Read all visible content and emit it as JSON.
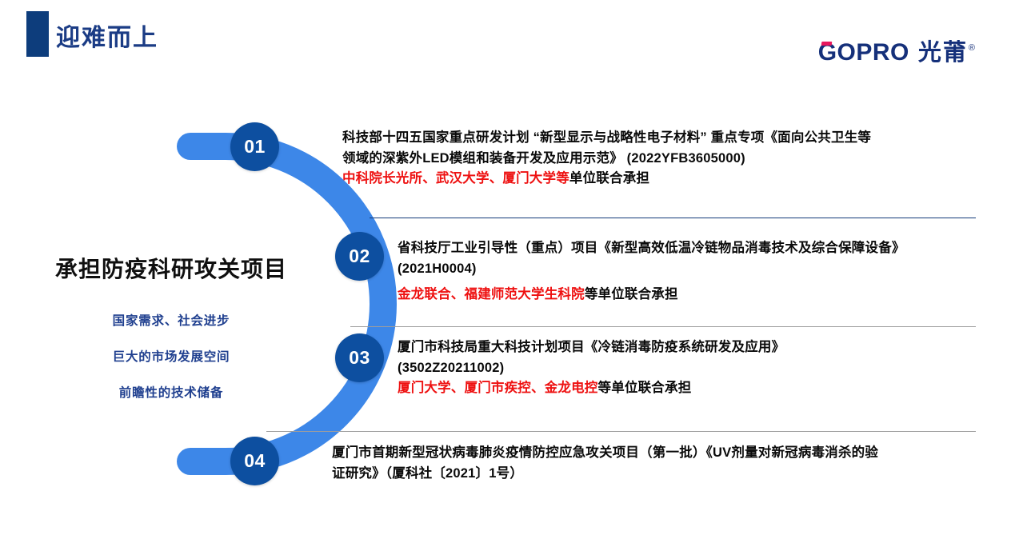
{
  "header": {
    "title": "迎难而上",
    "accent_color": "#0d3d7c",
    "title_color": "#1b3c85"
  },
  "logo": {
    "brand_latin": "GOPRO",
    "brand_cn": "光莆",
    "registered_mark": "®",
    "color": "#15307a",
    "accent_color": "#e8175d"
  },
  "left_panel": {
    "heading": "承担防疫科研攻关项目",
    "heading_color": "#101010",
    "bullets": [
      "国家需求、社会进步",
      "巨大的市场发展空间",
      "前瞻性的技术储备"
    ],
    "bullet_color": "#1f3f8f"
  },
  "timeline": {
    "arc_color": "#3d87e8",
    "badge_color": "#0d4fa0",
    "highlight_color": "#ee1111",
    "items": [
      {
        "number": "01",
        "line1": "科技部十四五国家重点研发计划 “新型显示与战略性电子材料” 重点专项《面向公共卫生等",
        "line2": "领域的深紫外LED模组和装备开发及应用示范》 (2022YFB3605000)",
        "line3_red": "中科院长光所、武汉大学、厦门大学等",
        "line3_tail": "单位联合承担"
      },
      {
        "number": "02",
        "line1": "省科技厅工业引导性（重点）项目《新型高效低温冷链物品消毒技术及综合保障设备》",
        "line2": " (2021H0004)",
        "line3_red": "金龙联合、福建师范大学生科院",
        "line3_tail": "等单位联合承担"
      },
      {
        "number": "03",
        "line1": "厦门市科技局重大科技计划项目《冷链消毒防疫系统研发及应用》",
        "line2": " (3502Z20211002)",
        "line3_red": "厦门大学、厦门市疾控、金龙电控",
        "line3_tail": "等单位联合承担"
      },
      {
        "number": "04",
        "line1": "厦门市首期新型冠状病毒肺炎疫情防控应急攻关项目（第一批）《UV剂量对新冠病毒消杀的验",
        "line2": "证研究》（厦科社〔2021〕1号）",
        "line3_red": "",
        "line3_tail": ""
      }
    ]
  }
}
